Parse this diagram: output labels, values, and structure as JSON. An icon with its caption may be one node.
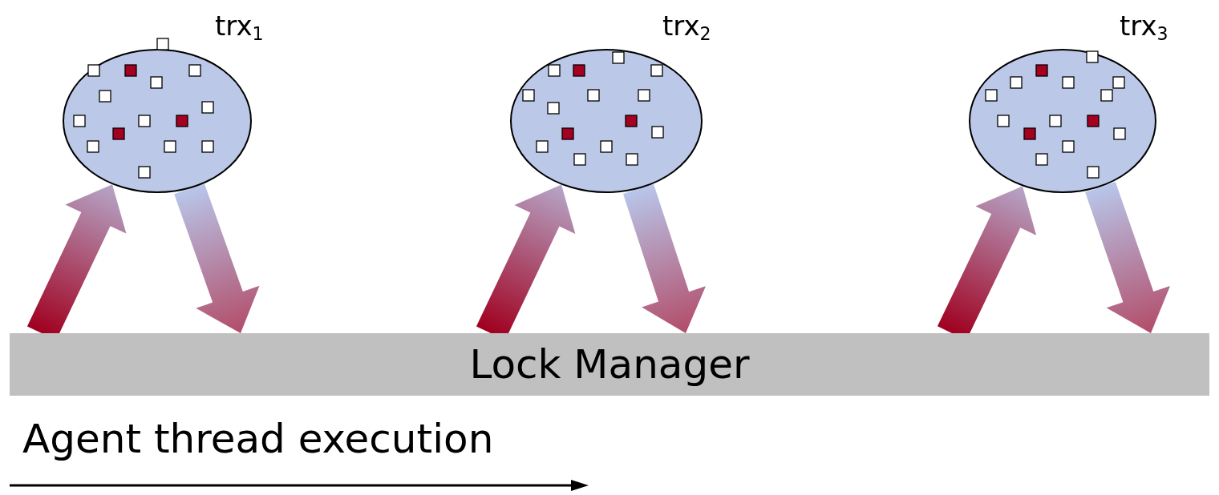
{
  "diagram": {
    "nodes": [
      {
        "text": [
          "trx$_{1}$"
        ]
      },
      {
        "text": [
          "trx$_{2}$"
        ]
      },
      {
        "text": [
          "trx$_{3}$"
        ]
      },
      {
        "text": [
          "Lock Manager"
        ]
      }
    ],
    "edges": [
      {
        "from": 3,
        "to": 0,
        "arrow": "to"
      },
      {
        "from": 0,
        "to": 3,
        "arrow": "to"
      },
      {
        "from": 3,
        "to": 1,
        "arrow": "to"
      },
      {
        "from": 1,
        "to": 3,
        "arrow": "to"
      },
      {
        "from": 3,
        "to": 2,
        "arrow": "to"
      },
      {
        "from": 2,
        "to": 3,
        "arrow": "to"
      }
    ],
    "labels": [
      "Agent thread execution"
    ]
  }
}
